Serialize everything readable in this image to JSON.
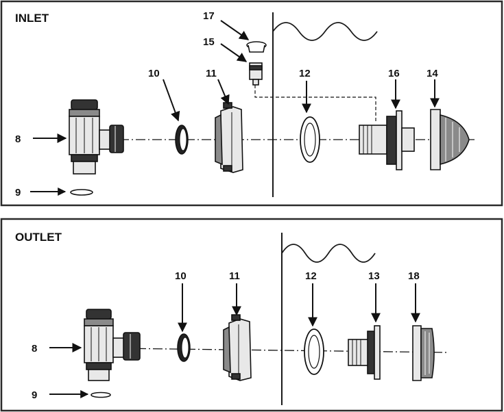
{
  "inlet": {
    "title": "INLET",
    "labels": {
      "p8": "8",
      "p9": "9",
      "p10": "10",
      "p11": "11",
      "p12": "12",
      "p14": "14",
      "p15": "15",
      "p16": "16",
      "p17": "17"
    }
  },
  "outlet": {
    "title": "OUTLET",
    "labels": {
      "p8": "8",
      "p9": "9",
      "p10": "10",
      "p11": "11",
      "p12": "12",
      "p13": "13",
      "p18": "18"
    }
  }
}
